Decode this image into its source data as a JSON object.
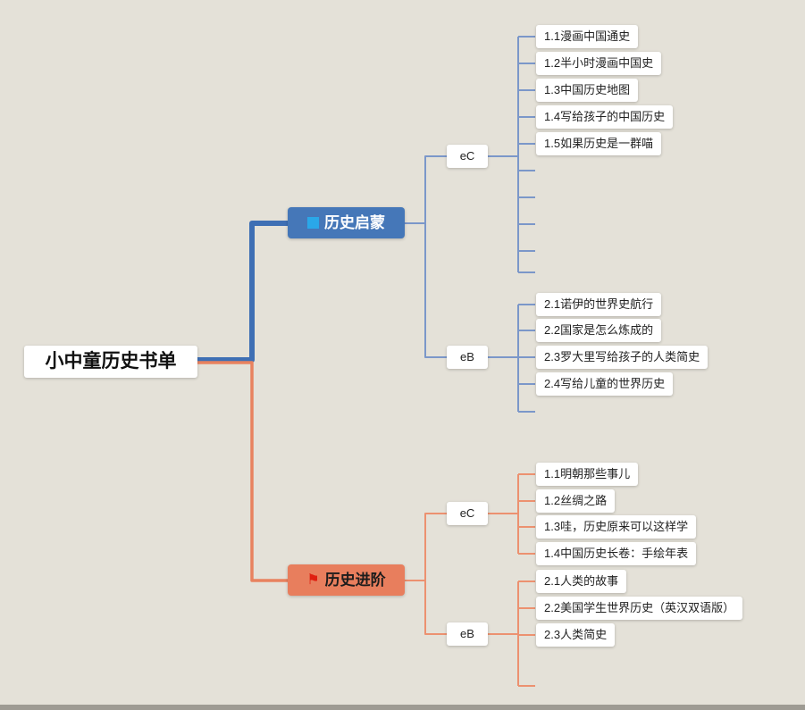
{
  "root": {
    "label": "小中童历史书单"
  },
  "branches": [
    {
      "label": "历史启蒙",
      "icon": "blue-square",
      "groups": [
        {
          "label": "eC",
          "items": [
            "1.1漫画中国通史",
            "1.2半小时漫画中国史",
            "1.3中国历史地图",
            "1.4写给孩子的中国历史",
            "1.5如果历史是一群喵"
          ],
          "empty_stubs": 5
        },
        {
          "label": "eB",
          "items": [
            "2.1诺伊的世界史航行",
            "2.2国家是怎么炼成的",
            "2.3罗大里写给孩子的人类简史",
            "2.4写给儿童的世界历史"
          ],
          "empty_stubs": 1
        }
      ]
    },
    {
      "label": "历史进阶",
      "icon": "red-flag",
      "groups": [
        {
          "label": "eC",
          "items": [
            "1.1明朝那些事儿",
            "1.2丝绸之路",
            "1.3哇，历史原来可以这样学",
            "1.4中国历史长卷：手绘年表"
          ],
          "empty_stubs": 0
        },
        {
          "label": "eB",
          "items": [
            "2.1人类的故事",
            "2.2美国学生世界历史（英汉双语版）",
            "2.3人类简史"
          ],
          "empty_stubs": 1
        }
      ]
    }
  ],
  "colors": {
    "background": "#e4e1d8",
    "branch_blue": "#4577b8",
    "branch_blue_line": "#7b97c9",
    "blue_square_icon": "#2aa7e8",
    "branch_orange": "#e87e5d",
    "branch_orange_line": "#ec9170",
    "flag_red": "#e01f10",
    "node_background": "#ffffff"
  }
}
